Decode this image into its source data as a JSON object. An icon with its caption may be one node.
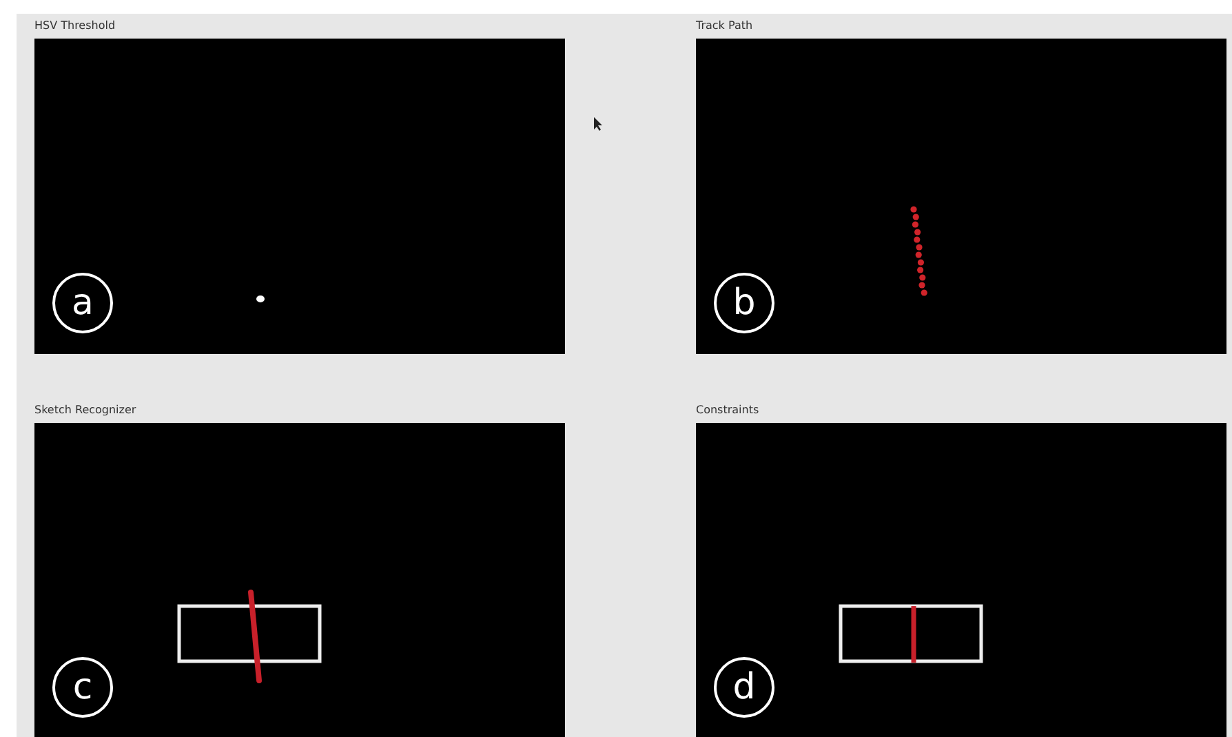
{
  "diagram": {
    "nodes": [
      {
        "text": [
          "HSV Threshold"
        ]
      },
      {
        "text": [
          "a"
        ],
        "in": 0
      },
      {
        "text": [
          "Track Path"
        ]
      },
      {
        "text": [
          "b"
        ],
        "in": 2
      },
      {
        "text": [
          "Sketch Recognizer"
        ]
      },
      {
        "text": [
          "c"
        ],
        "in": 4
      },
      {
        "text": [
          "Constraints"
        ]
      },
      {
        "text": [
          "d"
        ],
        "in": 6
      }
    ]
  }
}
